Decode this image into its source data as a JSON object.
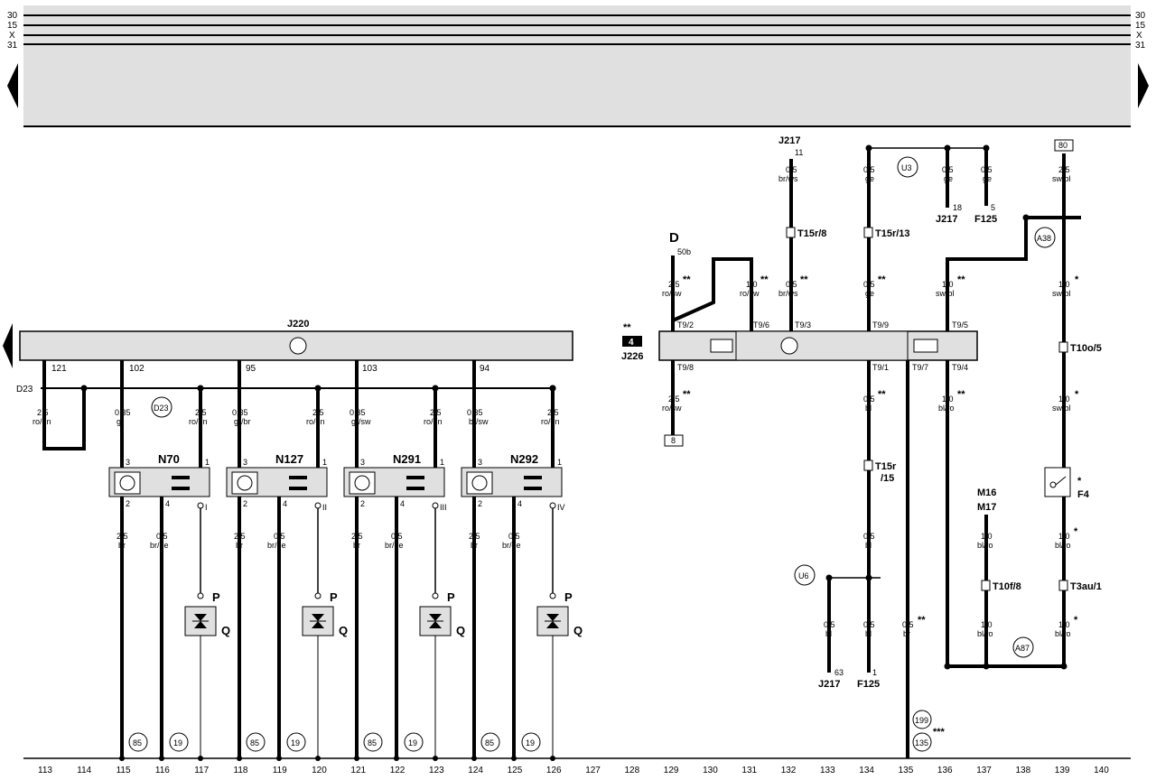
{
  "rails": [
    "30",
    "15",
    "X",
    "31"
  ],
  "columns": [
    "113",
    "114",
    "115",
    "116",
    "117",
    "118",
    "119",
    "120",
    "121",
    "122",
    "123",
    "124",
    "125",
    "126",
    "127",
    "128",
    "129",
    "130",
    "131",
    "132",
    "133",
    "134",
    "135",
    "136",
    "137",
    "138",
    "139",
    "140"
  ],
  "components": {
    "j220": "J220",
    "d23_label": "D23",
    "d23_circle": "D23",
    "n70": "N70",
    "n127": "N127",
    "n291": "N291",
    "n292": "N292",
    "j226": "J226",
    "j226_box": "4",
    "j226_stars": "**",
    "d": "D",
    "d_pin": "50b",
    "j217_top": "J217",
    "j217_top_pin": "11",
    "u3": "U3",
    "u6": "U6",
    "a38": "A38",
    "a87": "A87",
    "j217_18": "J217",
    "pin18": "18",
    "f125_5": "F125",
    "pin5": "5",
    "box80": "80",
    "box8": "8",
    "m16": "M16",
    "m17": "M17",
    "f4": "F4",
    "f4_star": "*",
    "j217_63": "J217",
    "pin63": "63",
    "f125_1": "F125",
    "pin1": "1",
    "p": "P",
    "q": "Q",
    "ref199": "199",
    "ref135": "135",
    "stars3": "***",
    "roman": [
      "I",
      "II",
      "III",
      "IV"
    ]
  },
  "pins": {
    "p121": "121",
    "p102": "102",
    "p95": "95",
    "p103": "103",
    "p94": "94",
    "t92": "T9/2",
    "t96": "T9/6",
    "t93": "T9/3",
    "t99": "T9/9",
    "t95": "T9/5",
    "t98": "T9/8",
    "t91": "T9/1",
    "t97": "T9/7",
    "t94": "T9/4"
  },
  "connectors": {
    "t15r8": "T15r/8",
    "t15r13": "T15r/13",
    "t15r15": "T15r",
    "t15r15b": "/15",
    "t10o5": "T10o/5",
    "t10f8": "T10f/8",
    "t3au1": "T3au/1"
  },
  "wires": {
    "w2_5": "2,5",
    "w0_35": "0,35",
    "w0_5": "0,5",
    "w1_0": "1,0",
    "rogn": "ro/gn",
    "gr": "gr",
    "grbr": "gr/br",
    "grsw": "gr/sw",
    "brsw": "br/sw",
    "br": "br",
    "brge": "br/ge",
    "rosw": "ro/sw",
    "brws": "br/ws",
    "ge": "ge",
    "swbl": "sw/bl",
    "bl": "bl",
    "blro": "bl/ro"
  },
  "marks": {
    "two": "**",
    "one": "*"
  },
  "refs": {
    "r85": "85",
    "r19": "19"
  }
}
